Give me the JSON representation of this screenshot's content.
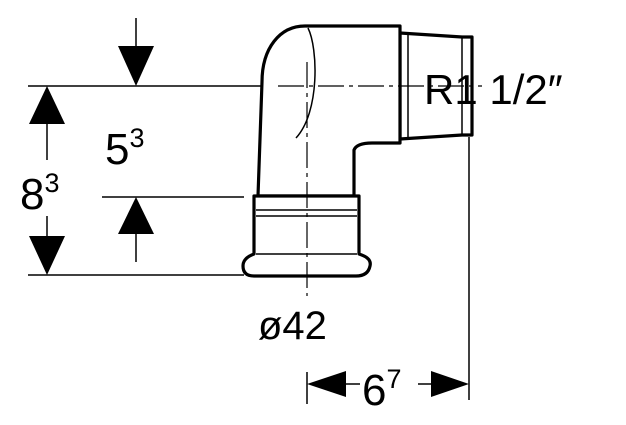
{
  "dimensions": {
    "upper_height": {
      "base": "5",
      "exponent": "3"
    },
    "total_height": {
      "base": "8",
      "exponent": "3"
    },
    "thread": "R1 1/2″",
    "diameter": "ø42",
    "width": {
      "base": "6",
      "exponent": "7"
    }
  }
}
